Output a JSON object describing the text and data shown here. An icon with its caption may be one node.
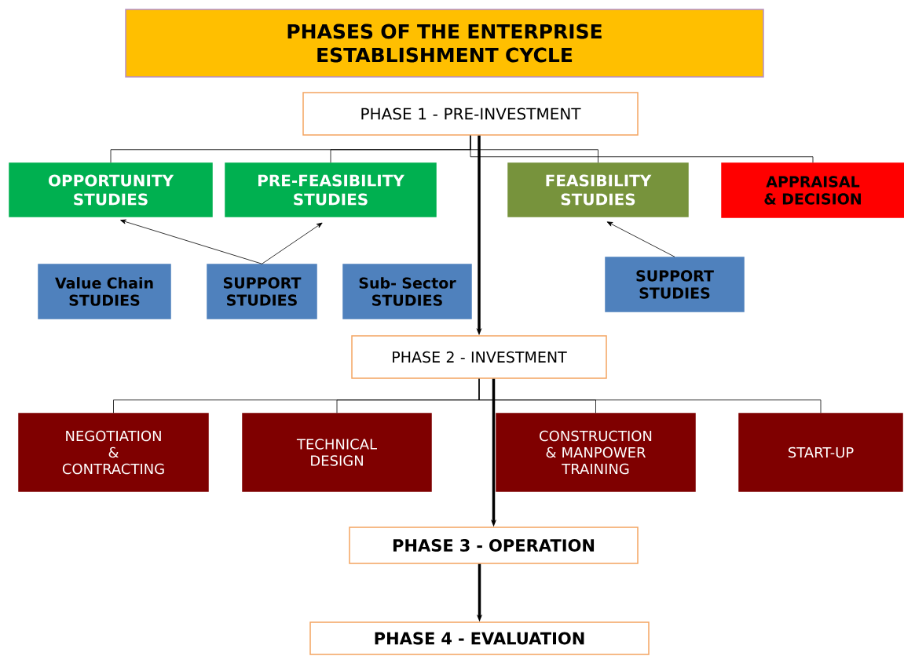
{
  "diagram": {
    "nodes": [
      {
        "text": [
          "PHASES OF THE ENTERPRISE ESTABLISHMENT CYCLE"
        ]
      },
      {
        "text": [
          "PHASE 1 - PRE-INVESTMENT"
        ]
      },
      {
        "text": [
          "OPPORTUNITY STUDIES"
        ]
      },
      {
        "text": [
          "PRE-FEASIBILITY STUDIES"
        ]
      },
      {
        "text": [
          "FEASIBILITY STUDIES"
        ]
      },
      {
        "text": [
          "APPRAISAL & DECISION"
        ]
      },
      {
        "text": [
          "Value Chain STUDIES"
        ]
      },
      {
        "text": [
          "SUPPORT STUDIES"
        ]
      },
      {
        "text": [
          "Sub- Sector STUDIES"
        ]
      },
      {
        "text": [
          "SUPPORT STUDIES"
        ]
      },
      {
        "text": [
          "PHASE 2 - INVESTMENT"
        ]
      },
      {
        "text": [
          "NEGOTIATION & CONTRACTING"
        ]
      },
      {
        "text": [
          "TECHNICAL DESIGN"
        ]
      },
      {
        "text": [
          "CONSTRUCTION & MANPOWER TRAINING"
        ]
      },
      {
        "text": [
          "START-UP"
        ]
      },
      {
        "text": [
          "PHASE 3 - OPERATION"
        ]
      },
      {
        "text": [
          "PHASE 4 - EVALUATION"
        ]
      }
    ],
    "edges": [
      {
        "from": 1,
        "to": 2,
        "arrow": "none"
      },
      {
        "from": 1,
        "to": 3,
        "arrow": "none"
      },
      {
        "from": 1,
        "to": 4,
        "arrow": "none"
      },
      {
        "from": 1,
        "to": 5,
        "arrow": "none"
      },
      {
        "from": 7,
        "to": 2,
        "arrow": "to"
      },
      {
        "from": 7,
        "to": 3,
        "arrow": "to"
      },
      {
        "from": 9,
        "to": 4,
        "arrow": "to"
      },
      {
        "from": 1,
        "to": 10,
        "arrow": "to",
        "style": "thick"
      },
      {
        "from": 10,
        "to": 11,
        "arrow": "none"
      },
      {
        "from": 10,
        "to": 12,
        "arrow": "none"
      },
      {
        "from": 10,
        "to": 13,
        "arrow": "none"
      },
      {
        "from": 10,
        "to": 14,
        "arrow": "none"
      },
      {
        "from": 10,
        "to": 15,
        "arrow": "to",
        "style": "thick"
      },
      {
        "from": 15,
        "to": 16,
        "arrow": "to",
        "style": "thick"
      }
    ]
  }
}
